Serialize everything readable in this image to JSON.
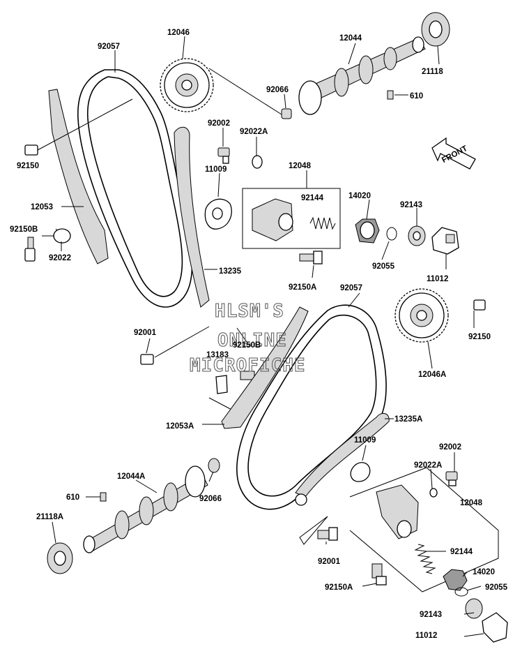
{
  "watermark": {
    "line1": "HLSM'S",
    "line2": "ONLINE",
    "line3": "MICROFICHE"
  },
  "front_arrow_label": "FRONT",
  "parts": [
    {
      "label": "12046"
    },
    {
      "label": "92057"
    },
    {
      "label": "12044"
    },
    {
      "label": "21118"
    },
    {
      "label": "92066"
    },
    {
      "label": "610"
    },
    {
      "label": "92002"
    },
    {
      "label": "92022A"
    },
    {
      "label": "92150"
    },
    {
      "label": "11009"
    },
    {
      "label": "12048"
    },
    {
      "label": "12053"
    },
    {
      "label": "92144"
    },
    {
      "label": "14020"
    },
    {
      "label": "92143"
    },
    {
      "label": "92150B"
    },
    {
      "label": "92022"
    },
    {
      "label": "92055"
    },
    {
      "label": "11012"
    },
    {
      "label": "13235"
    },
    {
      "label": "92150A"
    },
    {
      "label": "92057"
    },
    {
      "label": "92001"
    },
    {
      "label": "92150B"
    },
    {
      "label": "92150"
    },
    {
      "label": "13183"
    },
    {
      "label": "12046A"
    },
    {
      "label": "12053A"
    },
    {
      "label": "13235A"
    },
    {
      "label": "11009"
    },
    {
      "label": "92002"
    },
    {
      "label": "92022A"
    },
    {
      "label": "12044A"
    },
    {
      "label": "610"
    },
    {
      "label": "92066"
    },
    {
      "label": "21118A"
    },
    {
      "label": "12048"
    },
    {
      "label": "92144"
    },
    {
      "label": "92001"
    },
    {
      "label": "14020"
    },
    {
      "label": "92150A"
    },
    {
      "label": "92055"
    },
    {
      "label": "92143"
    },
    {
      "label": "11012"
    }
  ]
}
